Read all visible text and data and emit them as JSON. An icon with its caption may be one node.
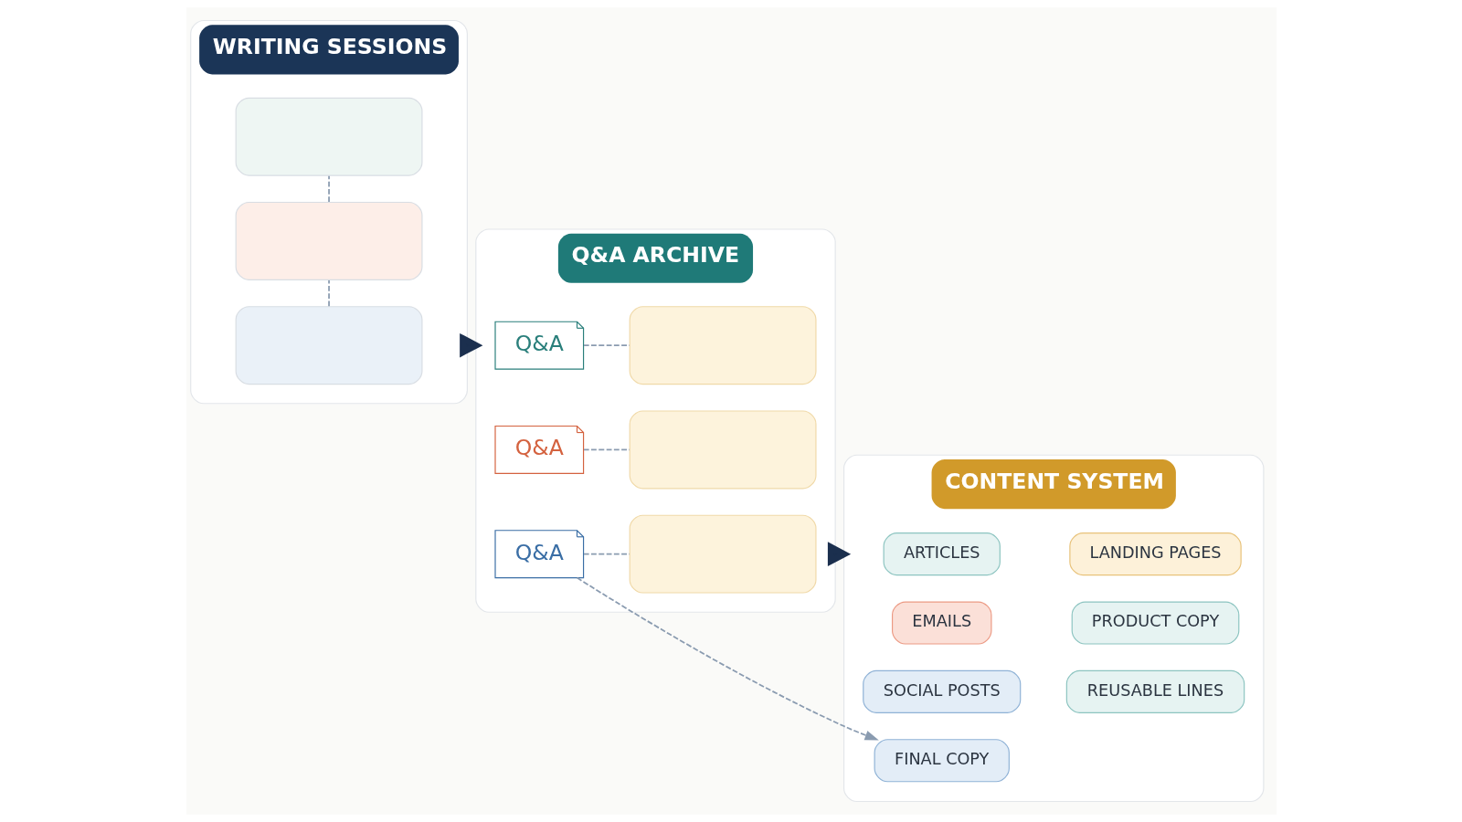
{
  "diagram": {
    "nodes": [
      {
        "text": [
          "WRITING SESSIONS"
        ]
      },
      {
        "text": [],
        "shape": "box",
        "in": 0
      },
      {
        "text": [],
        "shape": "box",
        "in": 0
      },
      {
        "text": [],
        "shape": "box",
        "in": 0
      },
      {
        "text": [
          "Q&A ARCHIVE"
        ]
      },
      {
        "text": [
          "Q&A"
        ],
        "in": 4
      },
      {
        "text": [],
        "shape": "box",
        "in": 4
      },
      {
        "text": [
          "Q&A"
        ],
        "in": 4
      },
      {
        "text": [],
        "shape": "box",
        "in": 4
      },
      {
        "text": [
          "Q&A"
        ],
        "in": 4
      },
      {
        "text": [],
        "shape": "box",
        "in": 4
      },
      {
        "text": [
          "CONTENT SYSTEM"
        ]
      },
      {
        "text": [
          "ARTICLES"
        ],
        "in": 11
      },
      {
        "text": [
          "LANDING PAGES"
        ],
        "in": 11
      },
      {
        "text": [
          "EMAILS"
        ],
        "in": 11
      },
      {
        "text": [
          "PRODUCT COPY"
        ],
        "in": 11
      },
      {
        "text": [
          "SOCIAL POSTS"
        ],
        "in": 11
      },
      {
        "text": [
          "REUSABLE LINES"
        ],
        "in": 11
      },
      {
        "text": [
          "FINAL COPY"
        ],
        "in": 11
      }
    ],
    "edges": [
      {
        "from": 1,
        "to": 2,
        "arrow": "none",
        "style": "dashed"
      },
      {
        "from": 2,
        "to": 3,
        "arrow": "none",
        "style": "dashed"
      },
      {
        "from": 0,
        "to": 4,
        "arrow": "to",
        "style": "thick",
        "color": "#1b2f4e"
      },
      {
        "from": 5,
        "to": 6,
        "arrow": "none",
        "style": "dashed"
      },
      {
        "from": 7,
        "to": 8,
        "arrow": "none",
        "style": "dashed"
      },
      {
        "from": 9,
        "to": 10,
        "arrow": "none",
        "style": "dashed"
      },
      {
        "from": 4,
        "to": 11,
        "arrow": "to",
        "style": "thick",
        "color": "#1b2f4e"
      },
      {
        "from": 9,
        "to": 18,
        "arrow": "to",
        "style": "dashed"
      }
    ]
  }
}
